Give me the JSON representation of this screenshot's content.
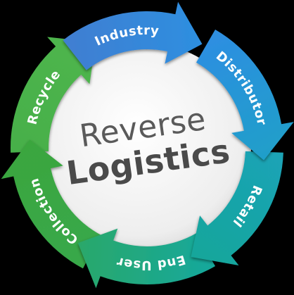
{
  "center": {
    "line1": "Reverse",
    "line2": "Logistics"
  },
  "cycle": [
    {
      "id": "industry",
      "label": "Industry",
      "color_from": "#3f7fd2",
      "color_to": "#2d8fe0"
    },
    {
      "id": "distributor",
      "label": "Distributor",
      "color_from": "#2d8fe0",
      "color_to": "#1f9fc9"
    },
    {
      "id": "retail",
      "label": "Retail",
      "color_from": "#1aa3b5",
      "color_to": "#17a69a"
    },
    {
      "id": "end-user",
      "label": "End User",
      "color_from": "#17a89a",
      "color_to": "#2aa86a"
    },
    {
      "id": "collection",
      "label": "Collection",
      "color_from": "#39a84a",
      "color_to": "#3aa63e"
    },
    {
      "id": "recycle",
      "label": "Recycle",
      "color_from": "#47b04a",
      "color_to": "#4fb54d"
    }
  ],
  "colors": {
    "background": "#000000",
    "center_disc": "#f3f3f3",
    "label_text": "#ffffff"
  }
}
